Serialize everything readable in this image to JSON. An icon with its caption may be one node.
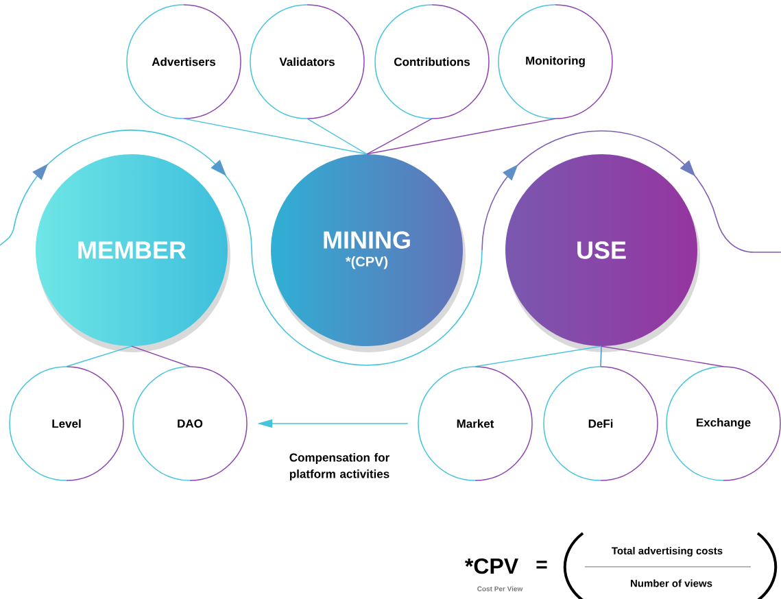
{
  "diagram": {
    "nodes": [
      {
        "text": [
          "Advertisers"
        ]
      },
      {
        "text": [
          "Validators"
        ]
      },
      {
        "text": [
          "Contributions"
        ]
      },
      {
        "text": [
          "Monitoring"
        ]
      },
      {
        "text": [
          "MEMBER"
        ]
      },
      {
        "text": [
          "MINING",
          "*(CPV)"
        ]
      },
      {
        "text": [
          "USE"
        ]
      },
      {
        "text": [
          "Level"
        ]
      },
      {
        "text": [
          "DAO"
        ]
      },
      {
        "text": [
          "Market"
        ]
      },
      {
        "text": [
          "DeFi"
        ]
      },
      {
        "text": [
          "Exchange"
        ]
      }
    ],
    "edges": [
      {
        "from": 0,
        "to": 5,
        "arrow": "none"
      },
      {
        "from": 1,
        "to": 5,
        "arrow": "none"
      },
      {
        "from": 2,
        "to": 5,
        "arrow": "none",
        "color": "#8e44ad"
      },
      {
        "from": 3,
        "to": 5,
        "arrow": "none",
        "color": "#8e44ad"
      },
      {
        "from": 4,
        "to": 7,
        "arrow": "none"
      },
      {
        "from": 4,
        "to": 8,
        "arrow": "none",
        "color": "#8e44ad"
      },
      {
        "from": 6,
        "to": 9,
        "arrow": "none"
      },
      {
        "from": 6,
        "to": 10,
        "arrow": "none",
        "color": "#3d8cc4"
      },
      {
        "from": 6,
        "to": 11,
        "arrow": "none",
        "color": "#8e44ad"
      },
      {
        "from": 9,
        "to": 8,
        "arrow": "to",
        "label": "Compensation for platform activities"
      }
    ],
    "labels": [
      "*CPV",
      "=",
      "Cost Per View",
      "Total advertising costs",
      "Number of views"
    ]
  }
}
